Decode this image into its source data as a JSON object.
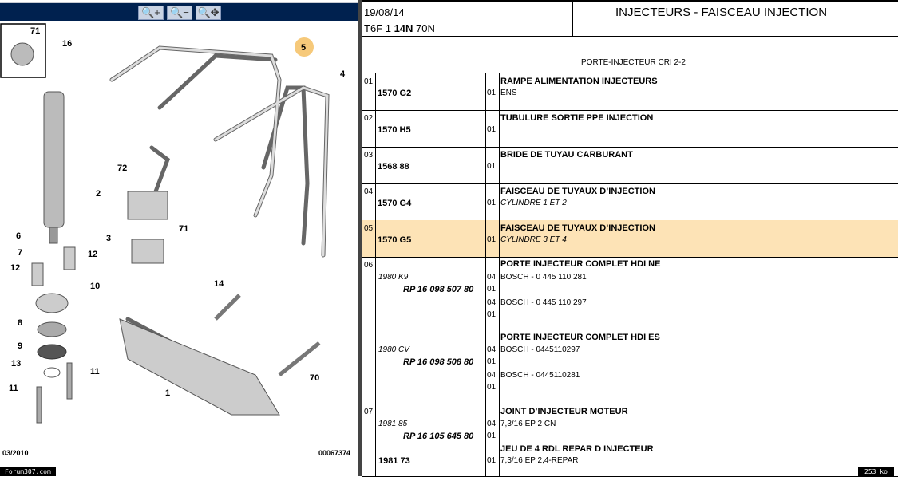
{
  "toolbar": {
    "zoom_in": "zoom-in-icon",
    "zoom_out": "zoom-out-icon",
    "zoom_pan": "zoom-pan-icon"
  },
  "diagram": {
    "labels": [
      "71",
      "16",
      "5",
      "4",
      "72",
      "2",
      "3",
      "71",
      "6",
      "7",
      "12",
      "12",
      "10",
      "8",
      "9",
      "13",
      "11",
      "11",
      "14",
      "70",
      "1"
    ],
    "date": "03/2010",
    "ref": "00067374"
  },
  "footer": {
    "site": "Forum307.com",
    "size": "253 ko"
  },
  "header": {
    "date": "19/08/14",
    "model_a": "T6F 1 ",
    "model_b": "14N",
    "model_c": " 70N",
    "title": "INJECTEURS - FAISCEAU INJECTION",
    "subtitle": "PORTE-INJECTEUR CRI 2-2"
  },
  "colors": {
    "highlight": "#fde3b6",
    "toolbar": "#00214f"
  },
  "rows": [
    {
      "num": "01",
      "ref": "1570 G2",
      "qty": "01",
      "title": "RAMPE ALIMENTATION INJECTEURS",
      "desc": "ENS"
    },
    {
      "num": "02",
      "ref": "1570 H5",
      "qty": "01",
      "title": "TUBULURE SORTIE PPE INJECTION",
      "desc": ""
    },
    {
      "num": "03",
      "ref": "1568 88",
      "qty": "01",
      "title": "BRIDE DE TUYAU CARBURANT",
      "desc": ""
    },
    {
      "num": "04",
      "ref": "1570 G4",
      "qty": "01",
      "title": "FAISCEAU DE TUYAUX D’INJECTION",
      "desc": "CYLINDRE 1 ET 2"
    },
    {
      "num": "05",
      "ref": "1570 G5",
      "qty": "01",
      "title": "FAISCEAU DE TUYAUX D’INJECTION",
      "desc": "CYLINDRE 3 ET 4"
    }
  ],
  "row06": {
    "num": "06",
    "title1": "PORTE INJECTEUR COMPLET HDI NE",
    "ref1": "1980 K9",
    "rp1": "RP 16 098 507 80",
    "q1": "04",
    "d1": "BOSCH - 0 445 110 281",
    "q2": "01",
    "q3": "04",
    "d3": "BOSCH - 0 445 110 297",
    "q4": "01",
    "title2": "PORTE INJECTEUR COMPLET HDI ES",
    "ref2": "1980 CV",
    "rp2": "RP 16 098 508 80",
    "q5": "04",
    "d5": "BOSCH - 0445110297",
    "q6": "01",
    "q7": "04",
    "d7": "BOSCH - 0445110281",
    "q8": "01"
  },
  "row07": {
    "num": "07",
    "title1": "JOINT D’INJECTEUR MOTEUR",
    "ref1": "1981 85",
    "q1": "04",
    "d1": "7,3/16 EP 2 CN",
    "rp1": "RP 16 105 645 80",
    "q2": "01",
    "title2": "JEU DE 4 RDL REPAR D INJECTEUR",
    "ref2": "1981 73",
    "q3": "01",
    "d3": "7,3/16 EP 2,4-REPAR"
  }
}
